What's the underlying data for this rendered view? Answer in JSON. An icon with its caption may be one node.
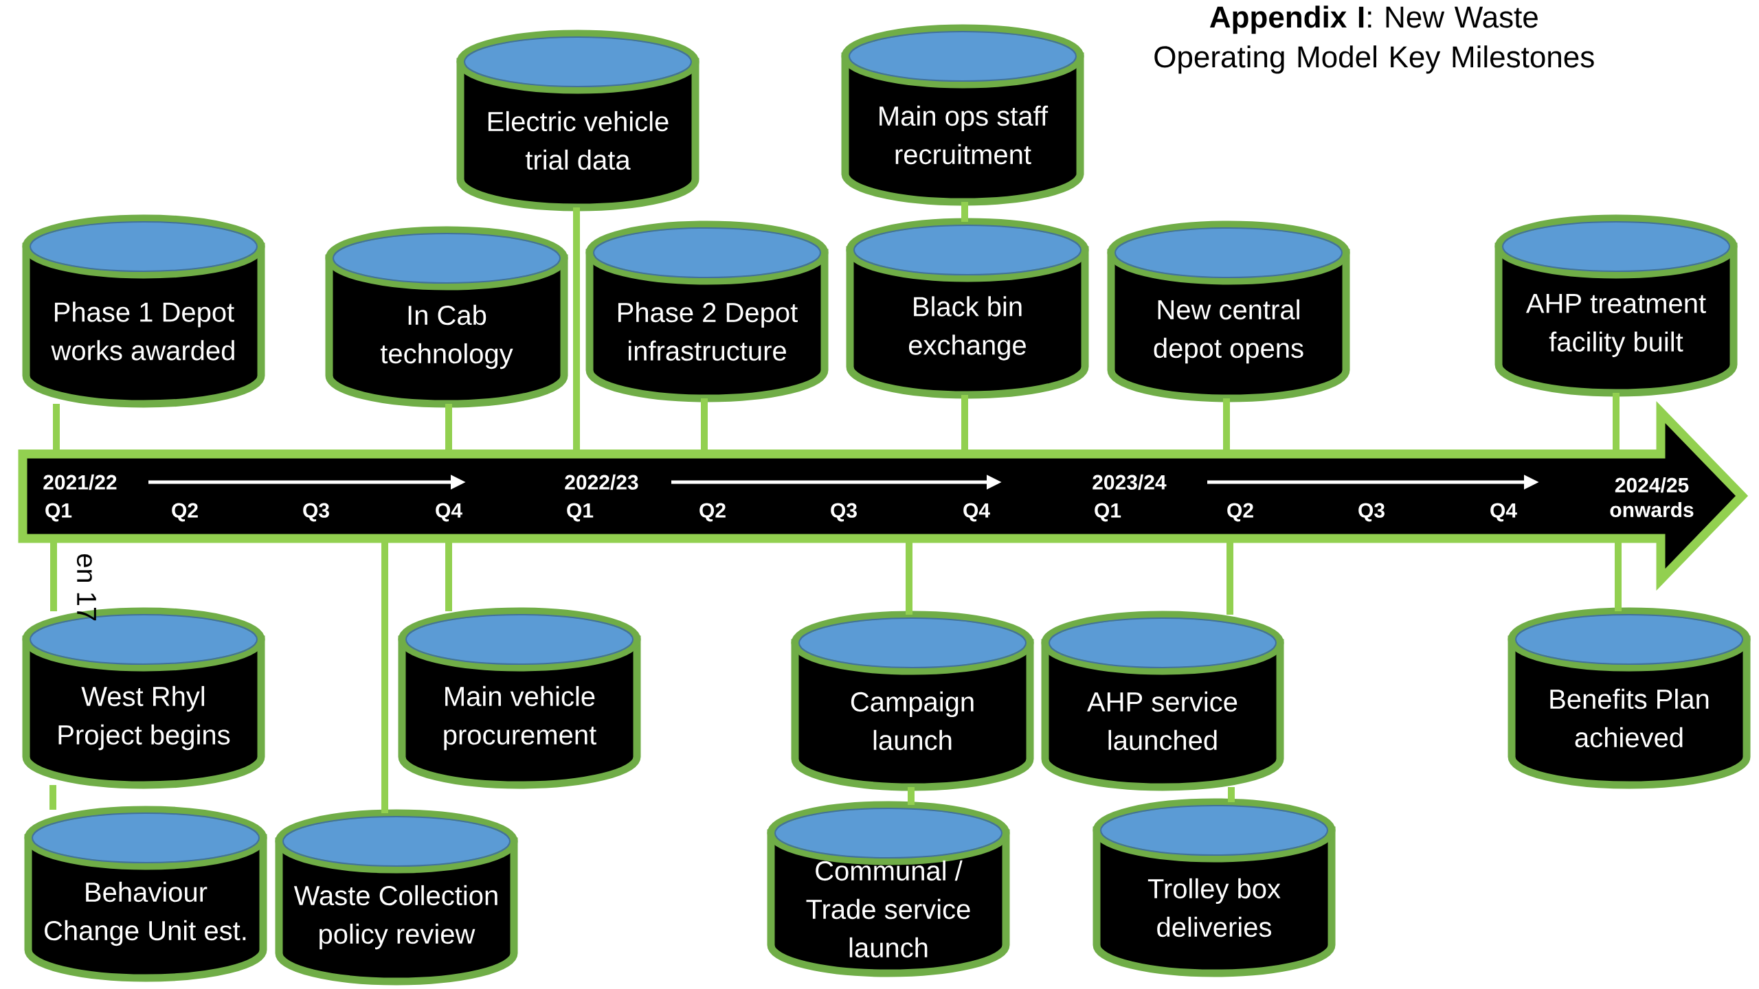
{
  "diagram": {
    "title": "**Appendix I**: New Waste Operating Model Key Milestones",
    "nodes": [
      {
        "text": [
          "Electric vehicle trial data"
        ]
      },
      {
        "text": [
          "Main ops staff recruitment"
        ]
      },
      {
        "text": [
          "Phase 1 Depot works awarded"
        ]
      },
      {
        "text": [
          "In Cab technology"
        ]
      },
      {
        "text": [
          "Phase 2 Depot infrastructure"
        ]
      },
      {
        "text": [
          "Black bin exchange"
        ]
      },
      {
        "text": [
          "New central depot opens"
        ]
      },
      {
        "text": [
          "AHP treatment facility built"
        ]
      },
      {
        "text": [
          "2021/22",
          "Q1",
          "Q2",
          "Q3",
          "Q4",
          "2022/23",
          "Q1",
          "Q2",
          "Q3",
          "Q4",
          "2023/24",
          "Q1",
          "Q2",
          "Q3",
          "Q4",
          "2024/25 onwards"
        ]
      },
      {
        "text": [
          "West Rhyl Project begins"
        ]
      },
      {
        "text": [
          "Main vehicle procurement"
        ]
      },
      {
        "text": [
          "Campaign launch"
        ]
      },
      {
        "text": [
          "AHP service launched"
        ]
      },
      {
        "text": [
          "Benefits Plan achieved"
        ]
      },
      {
        "text": [
          "Behaviour Change Unit est."
        ]
      },
      {
        "text": [
          "Waste Collection policy review"
        ]
      },
      {
        "text": [
          "Communal / Trade service launch"
        ]
      },
      {
        "text": [
          "Trolley box deliveries"
        ]
      }
    ],
    "edges": [
      {
        "from": 2,
        "to": 8,
        "arrow": "none"
      },
      {
        "from": 3,
        "to": 8,
        "arrow": "none"
      },
      {
        "from": 0,
        "to": 8,
        "arrow": "none"
      },
      {
        "from": 4,
        "to": 8,
        "arrow": "none"
      },
      {
        "from": 1,
        "to": 5,
        "arrow": "none"
      },
      {
        "from": 5,
        "to": 8,
        "arrow": "none"
      },
      {
        "from": 6,
        "to": 8,
        "arrow": "none"
      },
      {
        "from": 7,
        "to": 8,
        "arrow": "none"
      },
      {
        "from": 8,
        "to": 9,
        "arrow": "none"
      },
      {
        "from": 9,
        "to": 14,
        "arrow": "none"
      },
      {
        "from": 8,
        "to": 15,
        "arrow": "none"
      },
      {
        "from": 8,
        "to": 10,
        "arrow": "none"
      },
      {
        "from": 8,
        "to": 11,
        "arrow": "none"
      },
      {
        "from": 11,
        "to": 16,
        "arrow": "none"
      },
      {
        "from": 8,
        "to": 12,
        "arrow": "none"
      },
      {
        "from": 12,
        "to": 17,
        "arrow": "none"
      },
      {
        "from": 8,
        "to": 13,
        "arrow": "none"
      }
    ],
    "labels": [
      "en 17"
    ]
  }
}
